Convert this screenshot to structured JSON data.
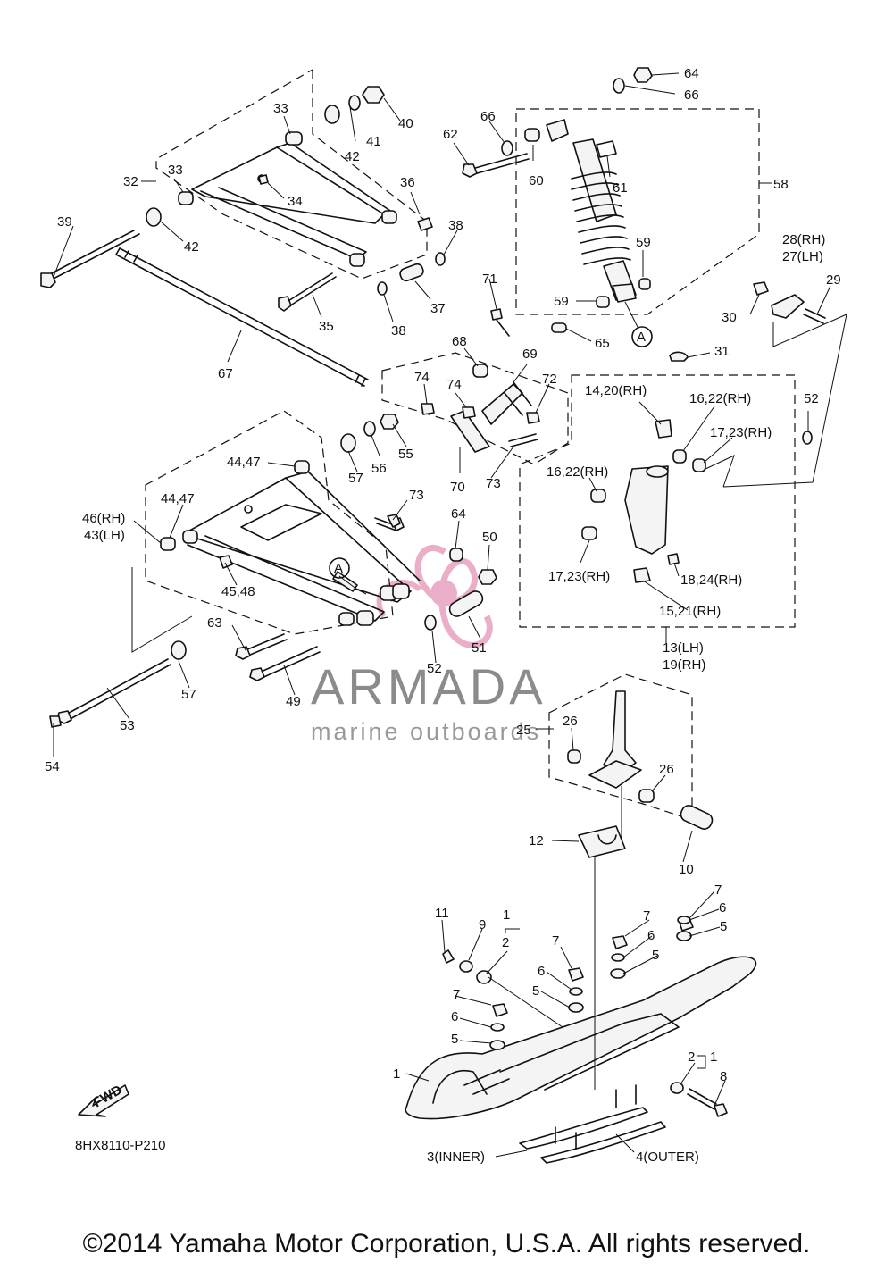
{
  "labels": [
    "1",
    "2",
    "3(INNER)",
    "4(OUTER)",
    "5",
    "6",
    "7",
    "8",
    "9",
    "10",
    "11",
    "12",
    "13(LH)",
    "19(RH)",
    "14,20(RH)",
    "15,21(RH)",
    "16,22(RH)",
    "17,23(RH)",
    "18,24(RH)",
    "25",
    "26",
    "27(LH)",
    "28(RH)",
    "29",
    "30",
    "31",
    "32",
    "33",
    "34",
    "35",
    "36",
    "37",
    "38",
    "39",
    "40",
    "41",
    "42",
    "43(LH)",
    "44,47",
    "45,48",
    "46(RH)",
    "49",
    "50",
    "51",
    "52",
    "53",
    "54",
    "55",
    "56",
    "57",
    "58",
    "59",
    "60",
    "61",
    "62",
    "63",
    "64",
    "65",
    "66",
    "67",
    "68",
    "69",
    "70",
    "71",
    "72",
    "73",
    "74",
    "A"
  ],
  "diagram_code": "8HX8110-P210",
  "fwd_label": "FWD",
  "watermark": {
    "title": "ARMADA",
    "subtitle": "marine outboards",
    "accent_color": "#e8a0bf"
  },
  "copyright": "©2014 Yamaha Motor Corporation, U.S.A. All rights reserved."
}
